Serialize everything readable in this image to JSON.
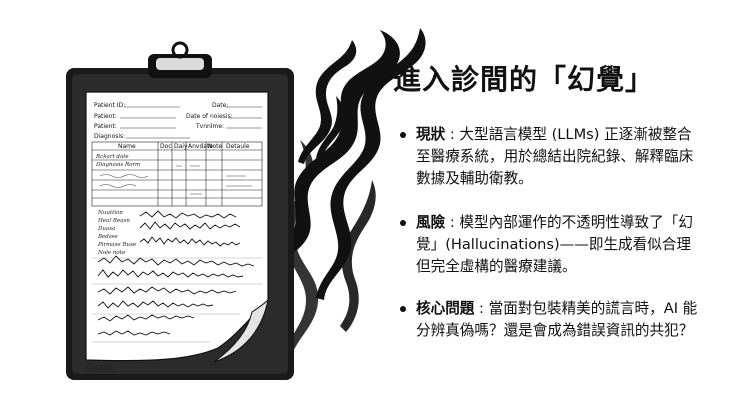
{
  "title": "進入診間的「幻覺」",
  "bullets": [
    {
      "label": "現狀",
      "text": "大型語言模型 (LLMs) 正逐漸被整合至醫療系統，用於總結出院紀錄、解釋臨床數據及輔助衛教。"
    },
    {
      "label": "風險",
      "text": "模型內部運作的不透明性導致了「幻覺」(Hallucinations)——即生成看似合理但完全虛構的醫療建議。"
    },
    {
      "label": "核心問題",
      "text": "當面對包裝精美的謊言時，AI 能分辨真偽嗎？還是會成為錯誤資訊的共犯？"
    }
  ],
  "clipboard": {
    "fields": [
      "Patient ID:",
      "Patient:",
      "Patient:",
      "Diagnosis:",
      "Date:",
      "Date of noiesis:",
      "Tvnnlme:"
    ],
    "columns": [
      "Name",
      "Doc",
      "Daiy",
      "Anvdate",
      "Note",
      "Detaule"
    ],
    "notes": [
      "Rckart date",
      "Diagnosis Rorm",
      "Nuuttion",
      "Heal Reasn",
      "Duasa",
      "Bedsse",
      "Pirmase Ruse",
      "Nole note"
    ]
  },
  "credit": "A.H.新聞",
  "icons": [
    "clipboard-illustration",
    "ink-smoke-decoration",
    "bullet-dot-icon"
  ]
}
